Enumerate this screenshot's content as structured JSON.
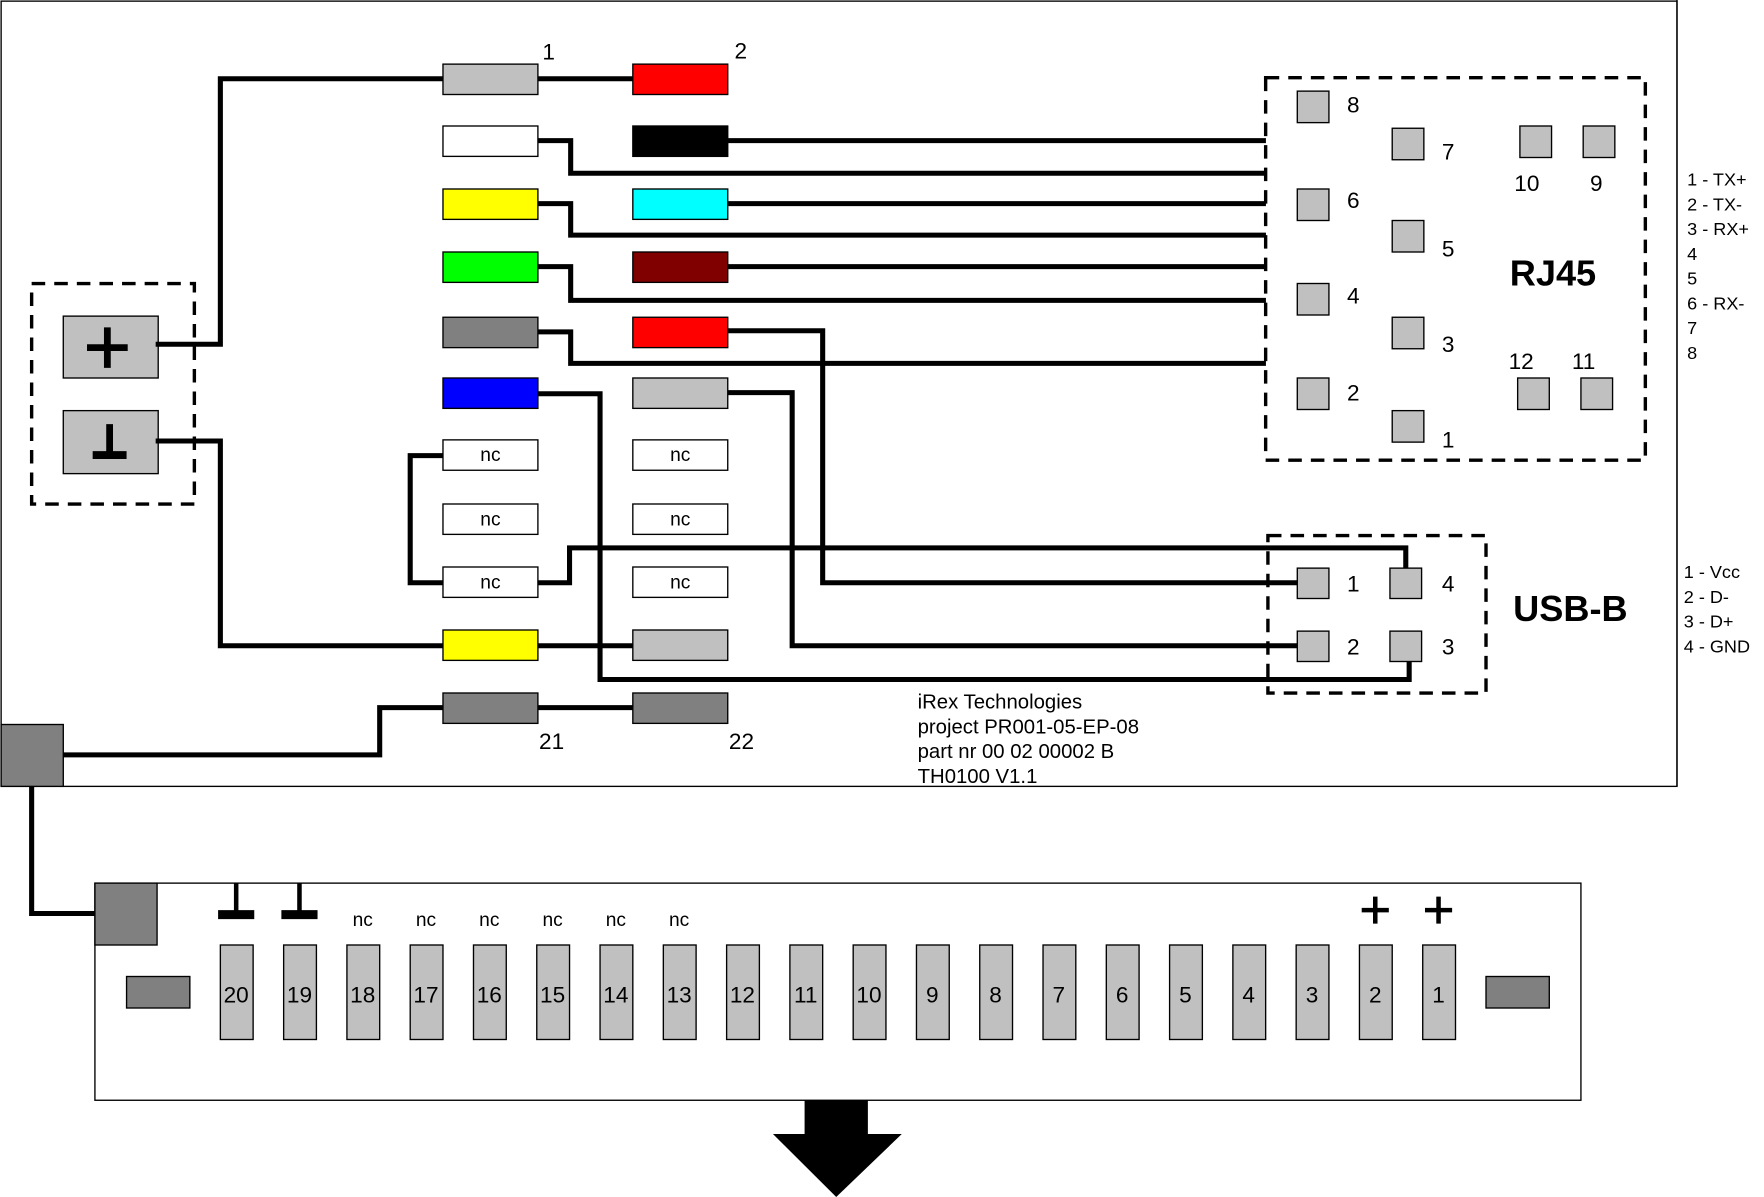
{
  "colors": {
    "light_grey": "#C0C0C0",
    "dark_grey": "#808080",
    "white": "#FFFFFF",
    "yellow": "#FFFF00",
    "green": "#00FF00",
    "blue": "#0000FF",
    "red": "#FF0000",
    "black": "#000000",
    "cyan": "#00FFFF",
    "dark_red": "#800000"
  },
  "header_pins": {
    "labels": {
      "pin1": "1",
      "pin2": "2",
      "pin21": "21",
      "pin22": "22"
    },
    "left_column": [
      {
        "color": "light_grey",
        "label": ""
      },
      {
        "color": "white",
        "label": ""
      },
      {
        "color": "yellow",
        "label": ""
      },
      {
        "color": "green",
        "label": ""
      },
      {
        "color": "dark_grey",
        "label": ""
      },
      {
        "color": "blue",
        "label": ""
      },
      {
        "color": "white",
        "label": "nc"
      },
      {
        "color": "white",
        "label": "nc"
      },
      {
        "color": "white",
        "label": "nc"
      },
      {
        "color": "yellow",
        "label": ""
      },
      {
        "color": "dark_grey",
        "label": ""
      }
    ],
    "right_column": [
      {
        "color": "red",
        "label": ""
      },
      {
        "color": "black",
        "label": ""
      },
      {
        "color": "cyan",
        "label": ""
      },
      {
        "color": "dark_red",
        "label": ""
      },
      {
        "color": "red",
        "label": ""
      },
      {
        "color": "light_grey",
        "label": ""
      },
      {
        "color": "white",
        "label": "nc"
      },
      {
        "color": "white",
        "label": "nc"
      },
      {
        "color": "white",
        "label": "nc"
      },
      {
        "color": "light_grey",
        "label": ""
      },
      {
        "color": "dark_grey",
        "label": ""
      }
    ]
  },
  "power_block": {
    "plus_symbol": "+",
    "ground_symbol": "⊥"
  },
  "rj45": {
    "title": "RJ45",
    "pins": [
      "8",
      "7",
      "6",
      "5",
      "4",
      "3",
      "2",
      "1",
      "10",
      "9",
      "12",
      "11"
    ],
    "legend": [
      "1 - TX+",
      "2 - TX-",
      "3 - RX+",
      "4",
      "5",
      "6 - RX-",
      "7",
      "8"
    ]
  },
  "usb_b": {
    "title": "USB-B",
    "pins": [
      "1",
      "4",
      "2",
      "3"
    ],
    "legend": [
      "1 - Vcc",
      "2 - D-",
      "3 - D+",
      "4 - GND"
    ]
  },
  "info": {
    "company": "iRex Technologies",
    "project": "project PR001-05-EP-08",
    "part": "part nr 00 02 00002 B",
    "version": "TH0100 V1.1"
  },
  "edge_connector": {
    "pins": [
      "20",
      "19",
      "18",
      "17",
      "16",
      "15",
      "14",
      "13",
      "12",
      "11",
      "10",
      "9",
      "8",
      "7",
      "6",
      "5",
      "4",
      "3",
      "2",
      "1"
    ],
    "pin_functions": [
      "ground",
      "ground",
      "nc",
      "nc",
      "nc",
      "nc",
      "nc",
      "nc",
      "",
      "",
      "",
      "",
      "",
      "",
      "",
      "",
      "",
      "",
      "plus",
      "plus"
    ],
    "nc_label": "nc",
    "plus_label": "+"
  }
}
